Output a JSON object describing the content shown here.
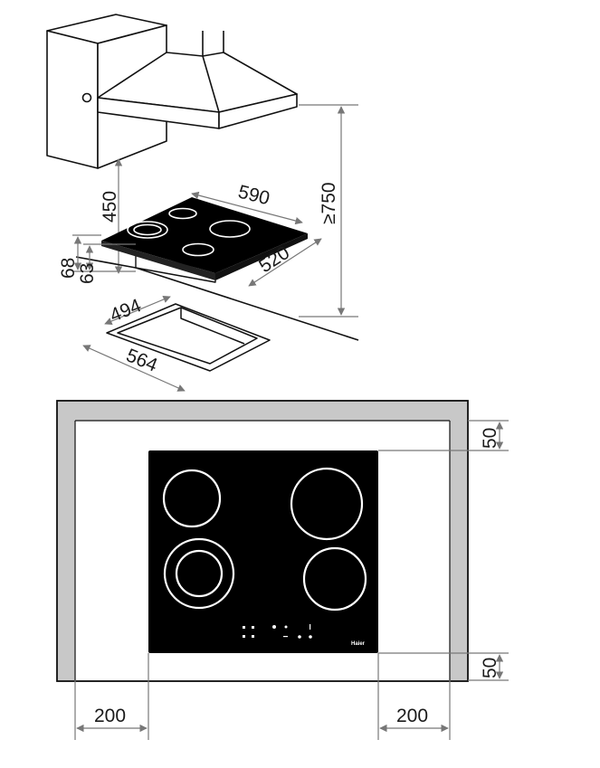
{
  "installation_view": {
    "dimensions": {
      "hob_width": "590",
      "hob_depth": "520",
      "hood_clearance": "450",
      "hood_height": "≥750",
      "cutout_depth": "494",
      "cutout_width": "564",
      "thickness_total": "68",
      "thickness_body": "63"
    }
  },
  "top_view": {
    "dimensions": {
      "rear_clearance": "50",
      "front_clearance": "50",
      "left_clearance": "200",
      "right_clearance": "200"
    },
    "brand_label": "Haier",
    "colors": {
      "cabinet_gray": "#c8c8c8",
      "hob_black": "#000000",
      "zone_ring": "#ffffff"
    },
    "icons": [
      "cooking-zone-icon",
      "control-panel-icon"
    ]
  }
}
